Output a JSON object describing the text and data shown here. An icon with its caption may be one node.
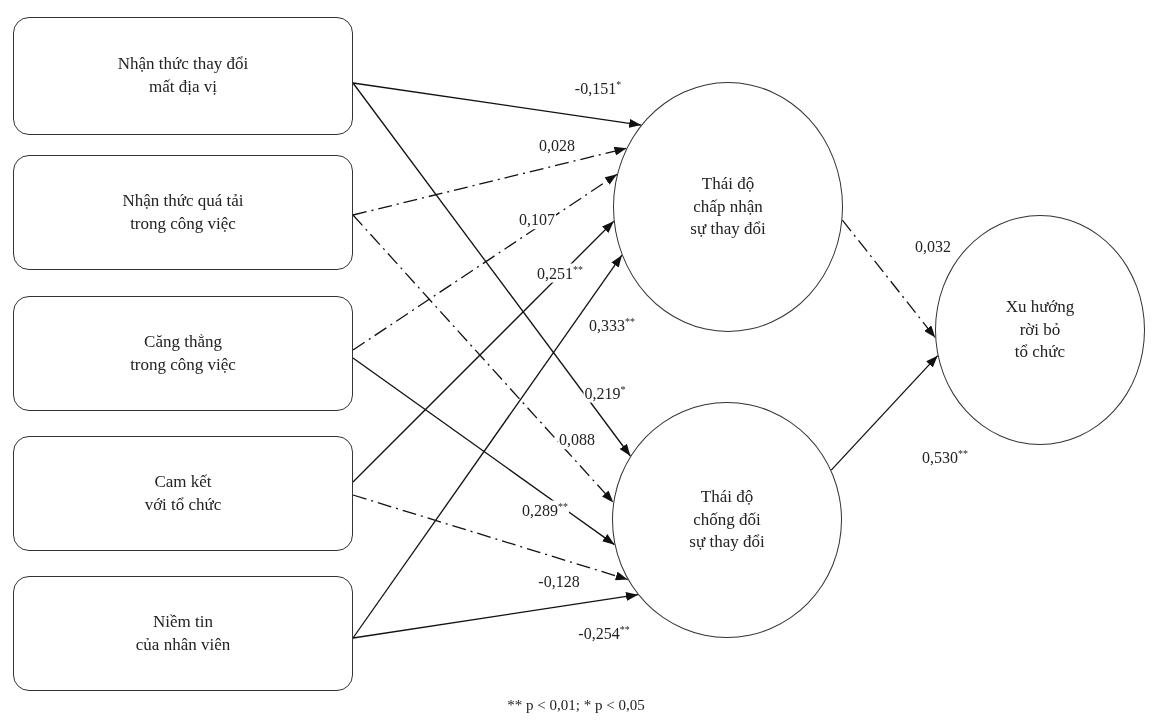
{
  "diagram": {
    "nodes": [
      {
        "text": [
          "Nhận thức thay đổi mất địa vị"
        ]
      },
      {
        "text": [
          "Nhận thức quá tải trong công việc"
        ]
      },
      {
        "text": [
          "Căng thẳng trong công việc"
        ]
      },
      {
        "text": [
          "Cam kết với tổ chức"
        ]
      },
      {
        "text": [
          "Niềm tin của nhân viên"
        ]
      },
      {
        "text": [
          "Thái độ chấp nhận sự thay đổi"
        ]
      },
      {
        "text": [
          "Thái độ chống đối sự thay đổi"
        ]
      },
      {
        "text": [
          "Xu hướng rời bỏ tổ chức"
        ]
      }
    ],
    "edges": [
      {
        "from": 0,
        "to": 5,
        "arrow": "to",
        "label": "-0,151$^{*}$"
      },
      {
        "from": 0,
        "to": 6,
        "arrow": "to",
        "label": "0,219$^{*}$"
      },
      {
        "from": 1,
        "to": 5,
        "arrow": "to",
        "label": "0,028",
        "style": "dashed"
      },
      {
        "from": 1,
        "to": 6,
        "arrow": "to",
        "label": "0,088",
        "style": "dashed"
      },
      {
        "from": 2,
        "to": 5,
        "arrow": "to",
        "label": "0,107",
        "style": "dashed"
      },
      {
        "from": 2,
        "to": 6,
        "arrow": "to",
        "label": "0,289$^{**}$"
      },
      {
        "from": 3,
        "to": 5,
        "arrow": "to",
        "label": "0,251$^{**}$"
      },
      {
        "from": 3,
        "to": 6,
        "arrow": "to",
        "label": "-0,128",
        "style": "dashed"
      },
      {
        "from": 4,
        "to": 5,
        "arrow": "to",
        "label": "0,333$^{**}$"
      },
      {
        "from": 4,
        "to": 6,
        "arrow": "to",
        "label": "-0,254$^{**}$"
      },
      {
        "from": 5,
        "to": 7,
        "arrow": "to",
        "label": "0,032",
        "style": "dashed"
      },
      {
        "from": 6,
        "to": 7,
        "arrow": "to",
        "label": "0,530$^{**}$"
      }
    ],
    "labels": [
      "** p < 0,01; * p < 0,05"
    ]
  }
}
